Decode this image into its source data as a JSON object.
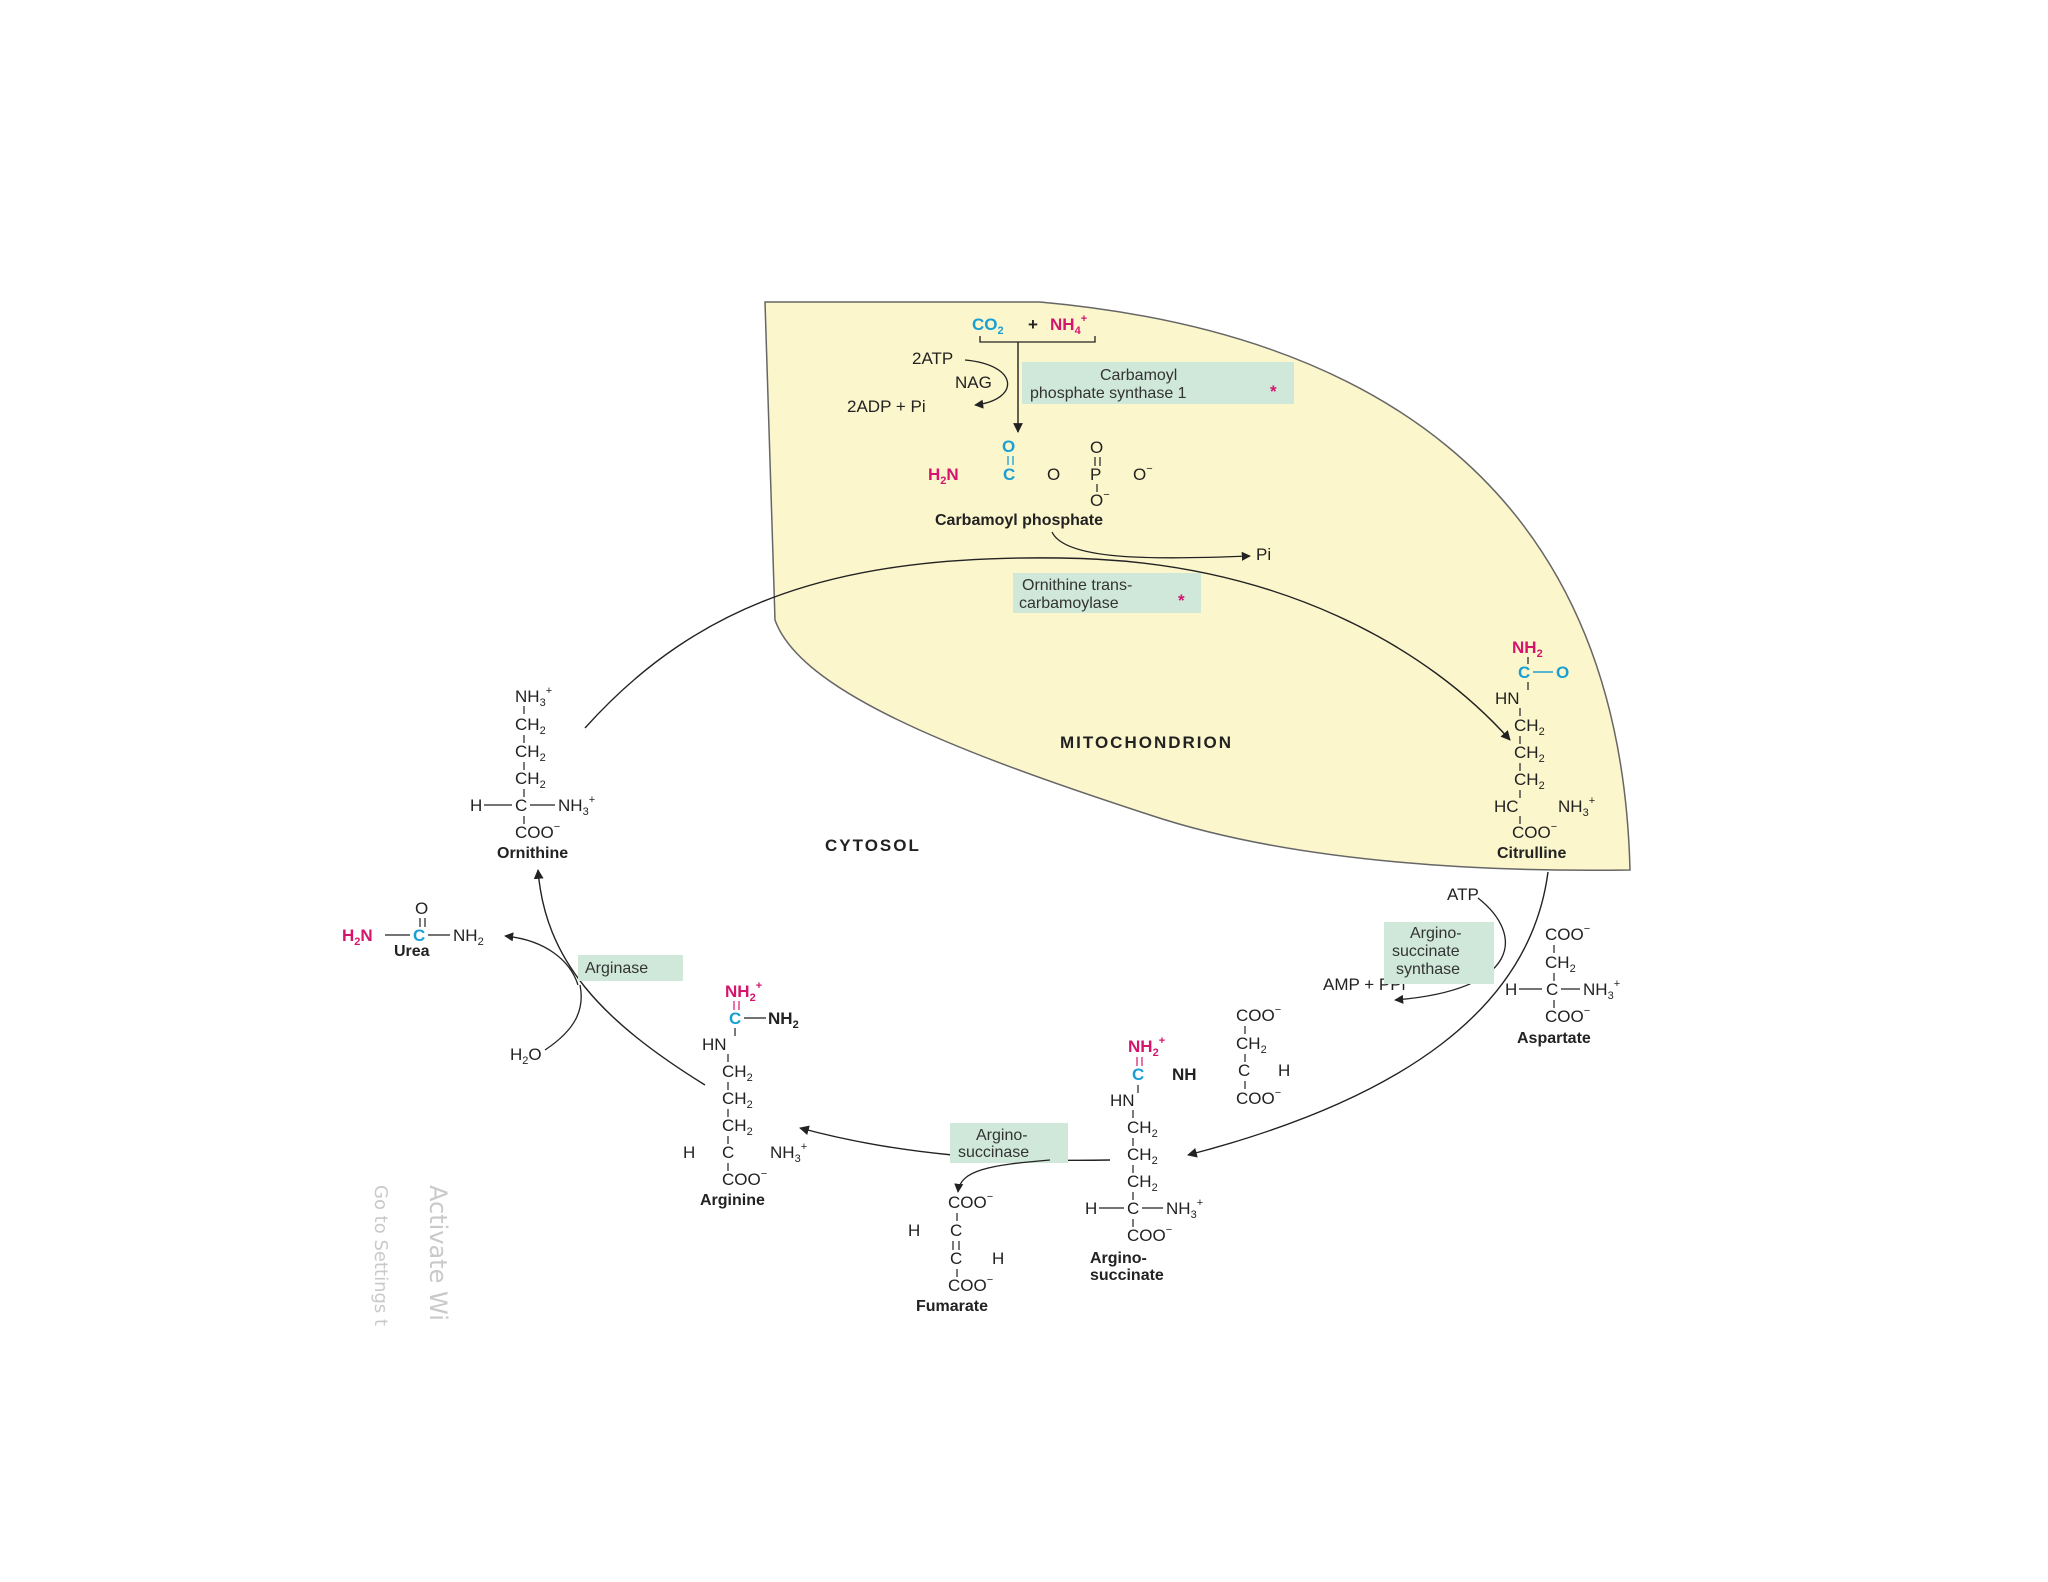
{
  "regions": {
    "mitochondrion": "MITOCHONDRION",
    "cytosol": "CYTOSOL"
  },
  "colors": {
    "mitochondrion_fill": "#fbf6cc",
    "enzyme_box": "#cfe8d9",
    "nitrogen": "#d5146e",
    "carbon_oxygen": "#1a9fd4"
  },
  "inputs": {
    "co2": "CO",
    "co2_sub": "2",
    "plus": "+",
    "nh4": "NH",
    "nh4_sub": "4",
    "nh4_sup": "+",
    "atp2": "2ATP",
    "nag": "NAG",
    "adp2": "2ADP + Pi"
  },
  "enzymes": {
    "cps1_line1": "Carbamoyl",
    "cps1_line2": "phosphate synthase 1",
    "otc_line1": "Ornithine trans-",
    "otc_line2": "carbamoylase",
    "ass_line1": "Argino-",
    "ass_line2": "succinate",
    "ass_line3": "synthase",
    "asl_line1": "Argino-",
    "asl_line2": "succinase",
    "arginase": "Arginase",
    "star": "*"
  },
  "metabolites": {
    "carbamoyl_phosphate": "Carbamoyl phosphate",
    "citrulline": "Citrulline",
    "ornithine": "Ornithine",
    "urea": "Urea",
    "arginine": "Arginine",
    "argininosuccinate_line1": "Argino-",
    "argininosuccinate_line2": "succinate",
    "fumarate": "Fumarate",
    "aspartate": "Aspartate"
  },
  "side_products": {
    "pi": "Pi",
    "atp": "ATP",
    "amp_ppi": "AMP + PPi",
    "h2o": "H",
    "h2o_sub": "2",
    "h2o_o": "O"
  },
  "watermark": {
    "line1": "Activate Wi",
    "line2": "Go to Settings t"
  }
}
